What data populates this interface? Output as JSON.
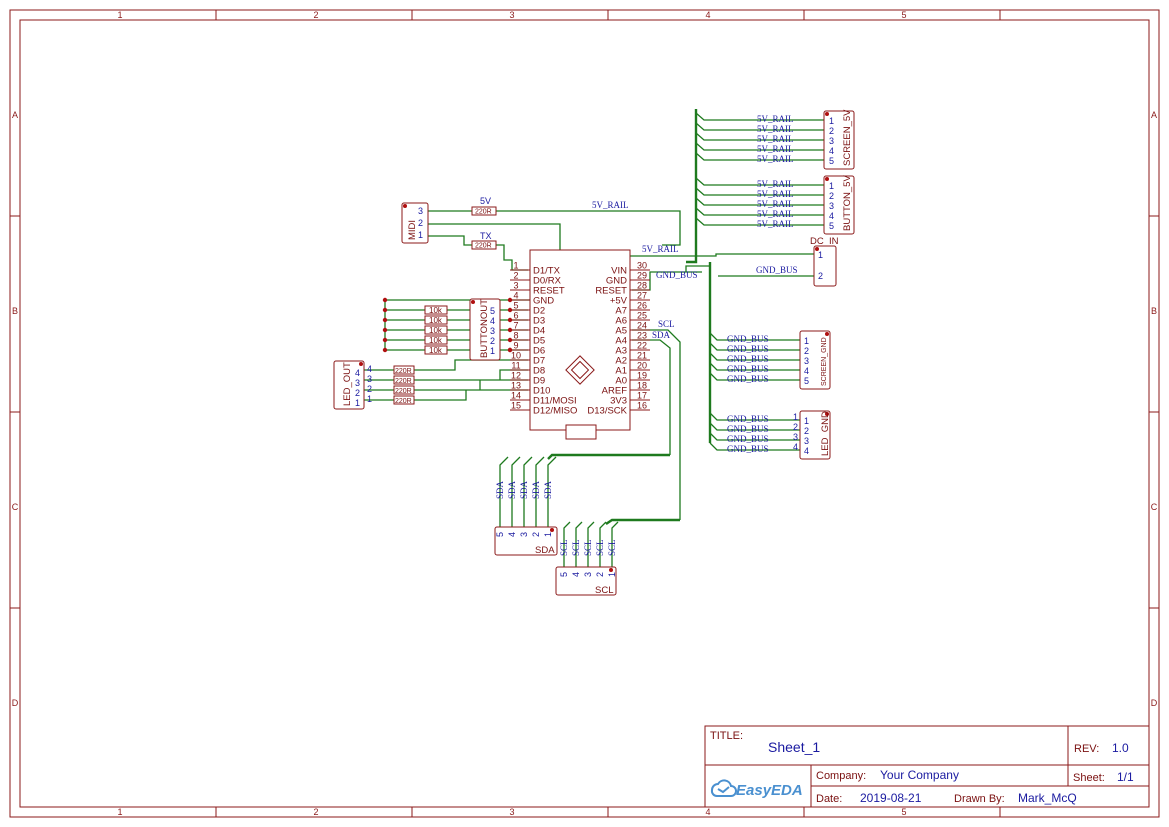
{
  "ruler": {
    "columns": [
      "1",
      "2",
      "3",
      "4",
      "5"
    ],
    "rows": [
      "A",
      "B",
      "C",
      "D"
    ]
  },
  "arduino": {
    "left_pins": [
      {
        "num": "1",
        "label": "D1/TX"
      },
      {
        "num": "2",
        "label": "D0/RX"
      },
      {
        "num": "3",
        "label": "RESET"
      },
      {
        "num": "4",
        "label": "GND"
      },
      {
        "num": "5",
        "label": "D2"
      },
      {
        "num": "6",
        "label": "D3"
      },
      {
        "num": "7",
        "label": "D4"
      },
      {
        "num": "8",
        "label": "D5"
      },
      {
        "num": "9",
        "label": "D6"
      },
      {
        "num": "10",
        "label": "D7"
      },
      {
        "num": "11",
        "label": "D8"
      },
      {
        "num": "12",
        "label": "D9"
      },
      {
        "num": "13",
        "label": "D10"
      },
      {
        "num": "14",
        "label": "D11/MOSI"
      },
      {
        "num": "15",
        "label": "D12/MISO"
      }
    ],
    "right_pins": [
      {
        "num": "30",
        "label": "VIN"
      },
      {
        "num": "29",
        "label": "GND"
      },
      {
        "num": "28",
        "label": "RESET"
      },
      {
        "num": "27",
        "label": "+5V"
      },
      {
        "num": "26",
        "label": "A7"
      },
      {
        "num": "25",
        "label": "A6"
      },
      {
        "num": "24",
        "label": "A5"
      },
      {
        "num": "23",
        "label": "A4"
      },
      {
        "num": "22",
        "label": "A3"
      },
      {
        "num": "21",
        "label": "A2"
      },
      {
        "num": "20",
        "label": "A1"
      },
      {
        "num": "19",
        "label": "A0"
      },
      {
        "num": "18",
        "label": "AREF"
      },
      {
        "num": "17",
        "label": "3V3"
      },
      {
        "num": "16",
        "label": "D13/SCK"
      }
    ]
  },
  "midi": {
    "name": "MIDI",
    "pins": [
      "3",
      "2",
      "1"
    ],
    "res_5v": {
      "label": "5V",
      "value": "220R"
    },
    "res_tx": {
      "label": "TX",
      "value": "220R"
    }
  },
  "buttonout": {
    "name": "BUTTONOUT",
    "pins": [
      "5",
      "4",
      "3",
      "2",
      "1"
    ],
    "resistors": [
      "10k",
      "10k",
      "10k",
      "10k",
      "10k"
    ]
  },
  "led_out": {
    "name": "LED_OUT",
    "pins": [
      "4",
      "3",
      "2",
      "1"
    ],
    "resistors": [
      "220R",
      "220R",
      "220R",
      "220R"
    ]
  },
  "screen_5v": {
    "name": "SCREEN_5V",
    "pins": [
      "1",
      "2",
      "3",
      "4",
      "5"
    ],
    "nets": [
      "5V_RAIL",
      "5V_RAIL",
      "5V_RAIL",
      "5V_RAIL",
      "5V_RAIL"
    ]
  },
  "button_5v": {
    "name": "BUTTON_5V",
    "pins": [
      "1",
      "2",
      "3",
      "4",
      "5"
    ],
    "nets": [
      "5V_RAIL",
      "5V_RAIL",
      "5V_RAIL",
      "5V_RAIL",
      "5V_RAIL"
    ]
  },
  "dc_in": {
    "name": "DC_IN",
    "pins": [
      "1",
      "2"
    ],
    "net": "GND_BUS"
  },
  "screen_gnd": {
    "name": "SCREEN_GND",
    "pins": [
      "1",
      "2",
      "3",
      "4",
      "5"
    ],
    "nets": [
      "GND_BUS",
      "GND_BUS",
      "GND_BUS",
      "GND_BUS",
      "GND_BUS"
    ]
  },
  "led_gnd": {
    "name": "LED_GND",
    "pins": [
      "1",
      "2",
      "3",
      "4"
    ],
    "outer_pins": [
      "1",
      "2",
      "3",
      "4"
    ],
    "nets": [
      "GND_BUS",
      "GND_BUS",
      "GND_BUS",
      "GND_BUS"
    ]
  },
  "sda": {
    "name": "SDA",
    "pins": [
      "5",
      "4",
      "3",
      "2",
      "1"
    ],
    "nets": [
      "SDA",
      "SDA",
      "SDA",
      "SDA",
      "SDA"
    ]
  },
  "scl": {
    "name": "SCL",
    "pins": [
      "5",
      "4",
      "3",
      "2",
      "1"
    ],
    "nets": [
      "SCL",
      "SCL",
      "SCL",
      "SCL",
      "SCL"
    ]
  },
  "net_labels": {
    "rail_5v_top": "5V_RAIL",
    "rail_5v_vin": "5V_RAIL",
    "gnd_bus_arduino": "GND_BUS",
    "gnd_bus_dc": "GND_BUS",
    "scl": "SCL",
    "sda": "SDA"
  },
  "title_block": {
    "title_label": "TITLE:",
    "title": "Sheet_1",
    "rev_label": "REV:",
    "rev": "1.0",
    "company_label": "Company:",
    "company": "Your Company",
    "sheet_label": "Sheet:",
    "sheet": "1/1",
    "date_label": "Date:",
    "date": "2019-08-21",
    "drawn_label": "Drawn By:",
    "drawn_by": "Mark_McQ",
    "logo_text": "EasyEDA"
  }
}
